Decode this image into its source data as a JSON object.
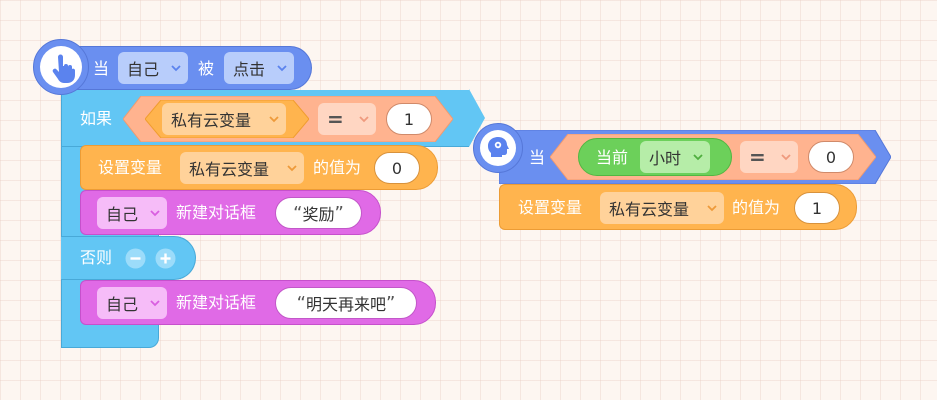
{
  "script1": {
    "hat": {
      "when_label": "当",
      "target": "自己",
      "clicked_label": "被",
      "event": "点击",
      "icon": "hand-pointer-icon"
    },
    "if_block": {
      "if_label": "如果",
      "variable": "私有云变量",
      "operator": "=",
      "value": "1",
      "set_block": {
        "label": "设置变量",
        "variable": "私有云变量",
        "value_label": "的值为",
        "value": "0"
      },
      "say_block": {
        "target": "自己",
        "label": "新建对话框",
        "text": "奖励",
        "open_quote": "“",
        "close_quote": "”"
      },
      "else_label": "否则",
      "else_say_block": {
        "target": "自己",
        "label": "新建对话框",
        "text": "明天再来吧",
        "open_quote": "“",
        "close_quote": "”"
      }
    }
  },
  "script2": {
    "hat": {
      "when_label": "当",
      "icon": "head-gear-icon"
    },
    "condition": {
      "sensor_label": "当前",
      "unit": "小时",
      "operator": "=",
      "value": "0"
    },
    "set_block": {
      "label": "设置变量",
      "variable": "私有云变量",
      "value_label": "的值为",
      "value": "1"
    }
  },
  "colors": {
    "event_blue": "#6a8ff0",
    "control_cyan": "#62c6f4",
    "variable_orange": "#ffb44e",
    "looks_magenta": "#e06ae6",
    "operator_salmon": "#ffb38f",
    "sensing_green": "#6cd05a"
  }
}
